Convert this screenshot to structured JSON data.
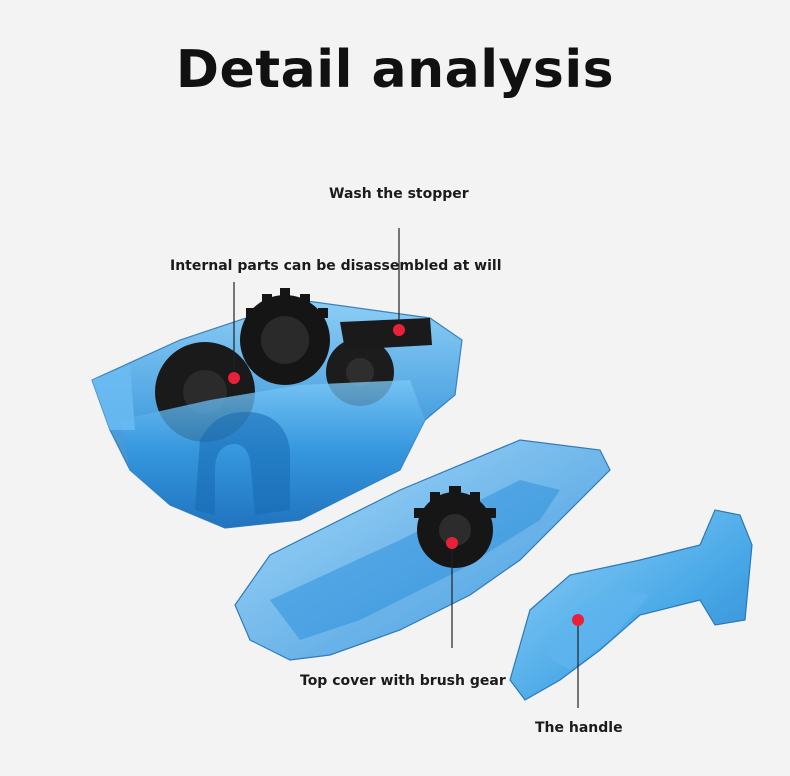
{
  "title": "Detail analysis",
  "labels": {
    "stopper": "Wash the stopper",
    "internal": "Internal parts can be disassembled at will",
    "top_cover": "Top cover with brush gear",
    "handle": "The handle"
  },
  "colors": {
    "background": "#f3f3f3",
    "plastic_blue": "#3a9fe0",
    "gear_black": "#1a1a1a",
    "marker_red": "#e8203a"
  }
}
